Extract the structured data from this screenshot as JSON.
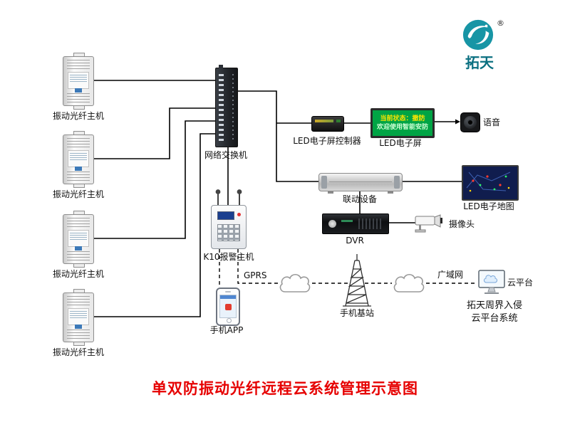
{
  "logo": {
    "brand": "拓天",
    "reg": "®"
  },
  "title": "单双防振动光纤远程云系统管理示意图",
  "colors": {
    "title_red": "#e60000",
    "brand_teal": "#1795a5",
    "brand_text": "#0a6f80",
    "led_screen_green": "#00a445",
    "led_text_yellow": "#ffe600",
    "led_text_light": "#ccffd4",
    "line_black": "#000000"
  },
  "nodes": {
    "hosts": [
      {
        "label": "振动光纤主机"
      },
      {
        "label": "振动光纤主机"
      },
      {
        "label": "振动光纤主机"
      },
      {
        "label": "振动光纤主机"
      }
    ],
    "switch": {
      "label": "网络交换机"
    },
    "led_controller": {
      "label": "LED电子屏控制器"
    },
    "led_screen": {
      "label": "LED电子屏",
      "line1": "当前状态：撤防",
      "line2": "欢迎使用智能安防"
    },
    "voice": {
      "label": "语音"
    },
    "linkage": {
      "label": "联动设备"
    },
    "led_map": {
      "label": "LED电子地图"
    },
    "dvr": {
      "label": "DVR"
    },
    "camera": {
      "label": "摄像头"
    },
    "k10": {
      "label": "K10报警主机"
    },
    "gprs_label": "GPRS",
    "phone_app": {
      "label": "手机APP"
    },
    "base_station": {
      "label": "手机基站"
    },
    "wan_label": "广域网",
    "cloud_platform": {
      "label": "云平台"
    },
    "cloud_system": {
      "line1": "拓天周界入侵",
      "line2": "云平台系统"
    }
  }
}
